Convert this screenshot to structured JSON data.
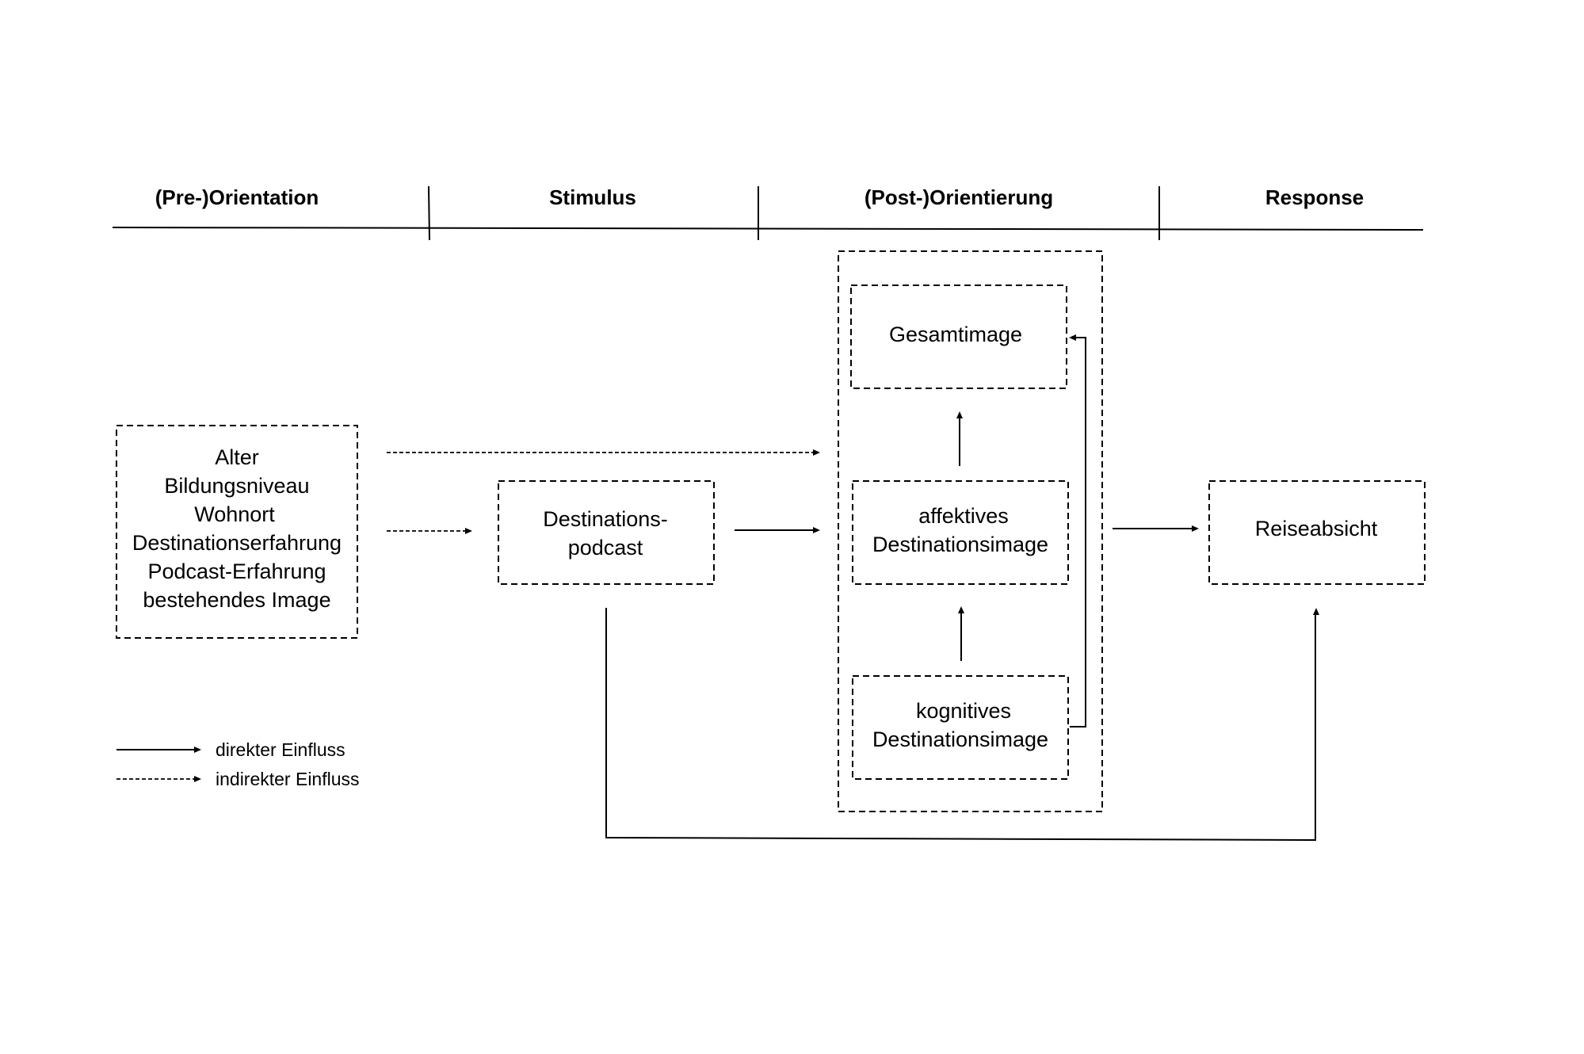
{
  "phases": {
    "pre_orientation": "(Pre-)Orientation",
    "stimulus": "Stimulus",
    "post_orientierung": "(Post-)Orientierung",
    "response": "Response"
  },
  "factors": {
    "lines": [
      "Alter",
      "Bildungsniveau",
      "Wohnort",
      "Destinationserfahrung",
      "Podcast-Erfahrung",
      "bestehendes Image"
    ]
  },
  "podcast": {
    "lines": [
      "Destinations-",
      "podcast"
    ]
  },
  "gesamtimage": {
    "label": "Gesamtimage"
  },
  "affektiv": {
    "lines": [
      "affektives",
      "Destinationsimage"
    ]
  },
  "kognitiv": {
    "lines": [
      "kognitives",
      "Destinationsimage"
    ]
  },
  "reiseabsicht": {
    "label": "Reiseabsicht"
  },
  "legend": {
    "direct": "direkter Einfluss",
    "indirect": "indirekter Einfluss"
  }
}
